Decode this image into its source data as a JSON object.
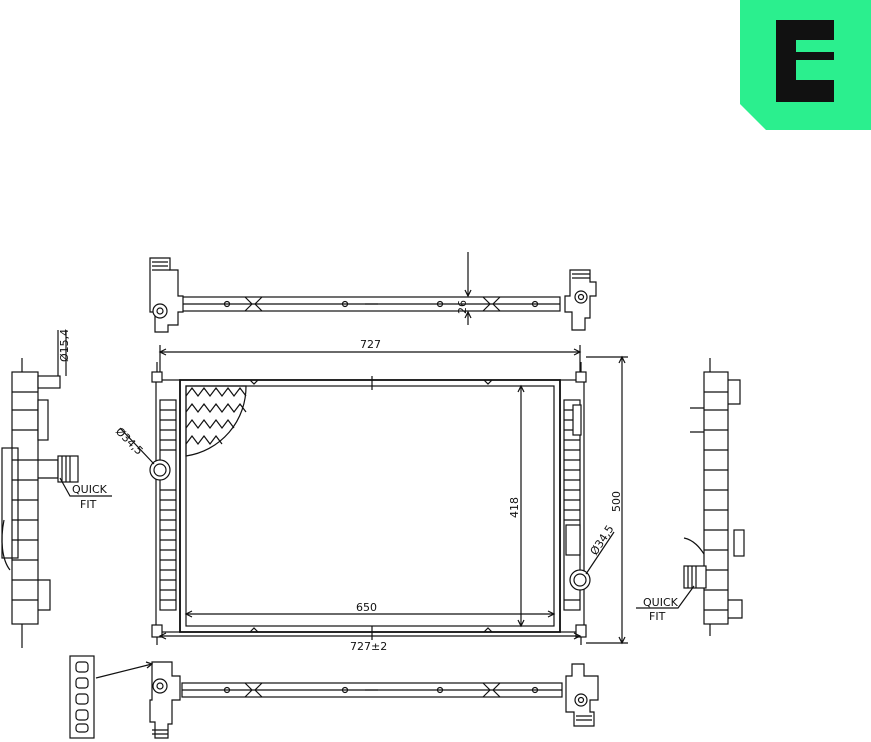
{
  "logo": {
    "name": "brand-logo",
    "bg_color": "#2bef8e",
    "mark_color": "#111111"
  },
  "dimensions": {
    "top_width": "727",
    "bottom_width": "727±2",
    "core_width": "650",
    "core_height": "418",
    "overall_height": "500",
    "tank_height": "26",
    "pipe_dia_small": "Ø15,4",
    "pipe_dia_left": "Ø34,5",
    "pipe_dia_right": "Ø34,5"
  },
  "callouts": {
    "quick_fit_left_1": "QUICK",
    "quick_fit_left_2": "FIT",
    "quick_fit_right_1": "QUICK",
    "quick_fit_right_2": "FIT"
  }
}
